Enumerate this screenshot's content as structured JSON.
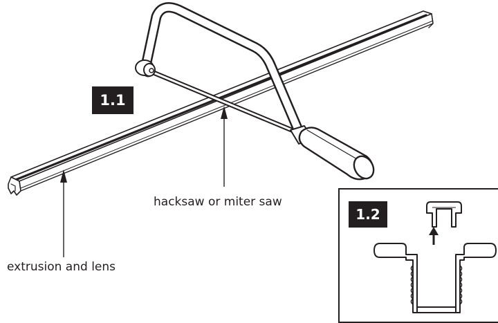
{
  "steps": {
    "main": "1.1",
    "detail": "1.2"
  },
  "callouts": {
    "saw": "hacksaw or miter saw",
    "extrusion": "extrusion and lens"
  },
  "icons": [
    "hacksaw-icon",
    "arrow-up-icon"
  ],
  "colors": {
    "ink": "#231f20",
    "background": "#ffffff"
  }
}
